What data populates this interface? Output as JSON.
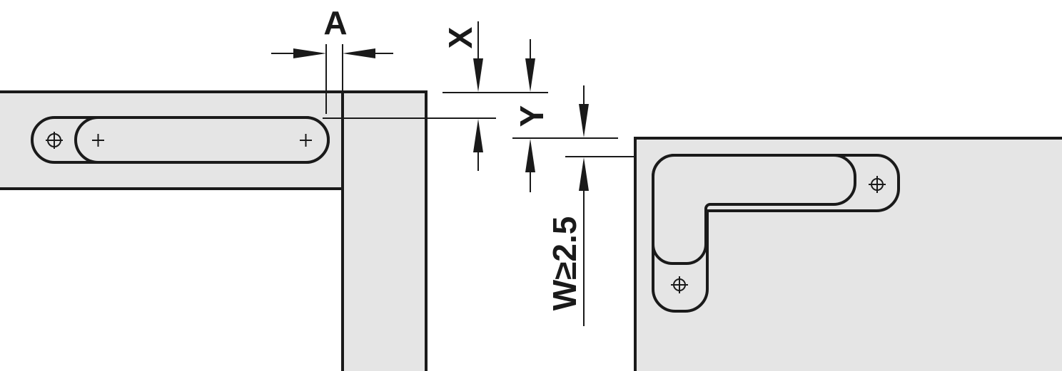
{
  "labels": {
    "a": "A",
    "x": "X",
    "y": "Y",
    "w": "W≥2.5"
  },
  "colors": {
    "line": "#1a1a1a",
    "panel_fill": "#e5e5e5",
    "background": "#ffffff"
  }
}
